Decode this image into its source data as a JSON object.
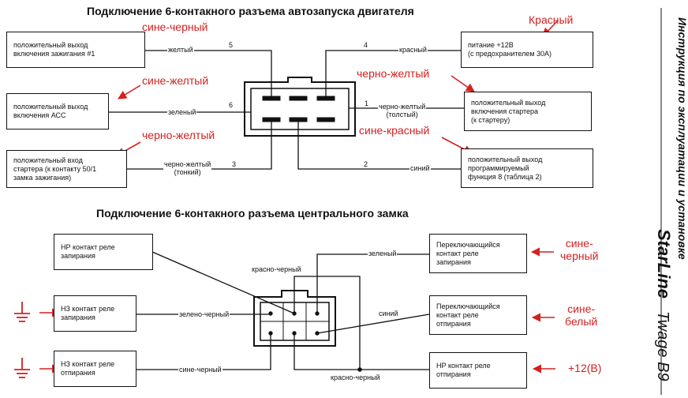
{
  "titles": {
    "engine": "Подключение 6-контакного разъема автозапуска двигателя",
    "lock": "Подключение 6-контакного разъема центрального замка"
  },
  "side": {
    "brand": "StarLine",
    "model": "Twage B9",
    "manual": "Инструкция по эксплуатации и установке"
  },
  "engine": {
    "boxes": {
      "ign1": [
        "положительный выход",
        "включения зажигания #1"
      ],
      "acc": [
        "положительный выход",
        "включения АСС"
      ],
      "starter_in": [
        "положительный вход",
        "стартера (к контакту 50/1",
        "замка зажигания)"
      ],
      "power": [
        "питание +12В",
        "(с предохранителем 30А)"
      ],
      "starter_out": [
        "положительный выход",
        "включения стартера",
        "(к стартеру)"
      ],
      "prog": [
        "положительный выход",
        "программируемый",
        "функция 8 (таблица 2)"
      ]
    },
    "wires": {
      "yellow": "желтый",
      "green": "зеленый",
      "by_thin": [
        "черно-желтый",
        "(тонкий)"
      ],
      "red": "красный",
      "by_thick": [
        "черно-желтый",
        "(толстый)"
      ],
      "blue": "синий"
    },
    "pins": {
      "p5": "5",
      "p6": "6",
      "p3": "3",
      "p4": "4",
      "p1": "1",
      "p2": "2"
    },
    "notes": {
      "ign1": "сине-черный",
      "acc": "сине-желтый",
      "starter_in": "черно-желтый",
      "power": "Красный",
      "starter_out": "черно-желтый",
      "prog": "сине-красный"
    }
  },
  "lock": {
    "boxes": {
      "nr_lock": [
        "НР контакт реле",
        "запирания"
      ],
      "nz_lock": [
        "НЗ контакт реле",
        "запирания"
      ],
      "nz_unlock": [
        "НЗ контакт реле",
        "отпирания"
      ],
      "sw_lock": [
        "Переключающийся",
        "контакт реле",
        "запирания"
      ],
      "sw_unlock": [
        "Переключающийся",
        "контакт реле",
        "отпирания"
      ],
      "nr_unlock": [
        "НР контакт реле",
        "отпирания"
      ]
    },
    "wires": {
      "red_black_top": "красно-черный",
      "green": "зеленый",
      "green_black": "зелено-черный",
      "blue": "синий",
      "blue_black": "сине-черный",
      "red_black_bottom": "красно-черный"
    },
    "notes": {
      "sw_lock": [
        "сине-",
        "черный"
      ],
      "sw_unlock": [
        "сине-",
        "белый"
      ],
      "nr_unlock": "+12(В)"
    }
  }
}
